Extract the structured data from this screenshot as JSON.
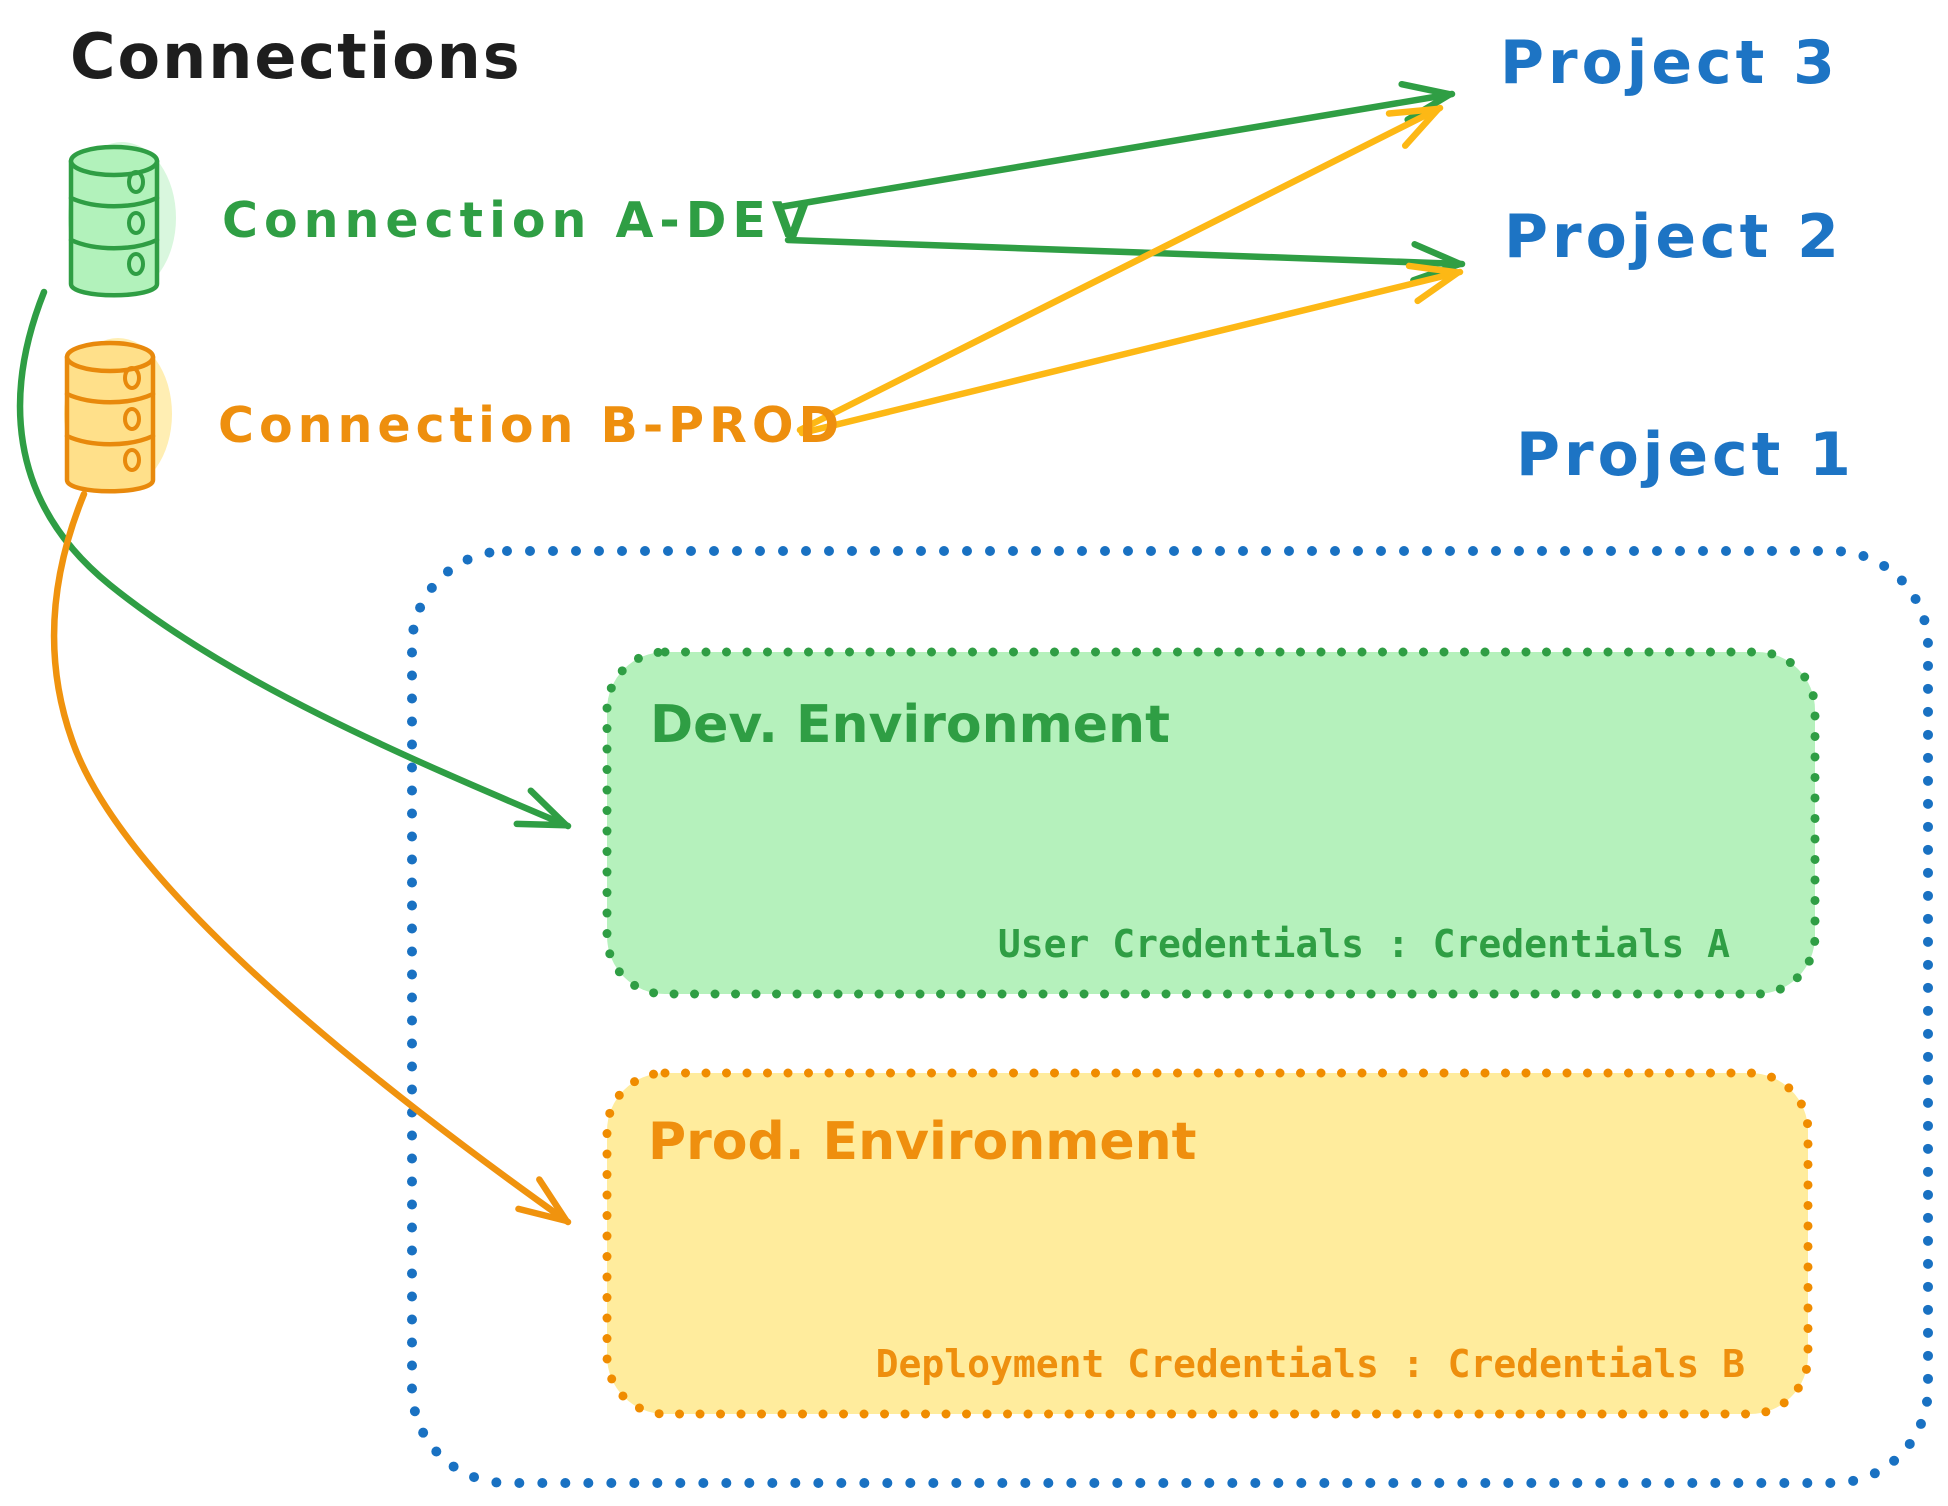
{
  "title": "Connections",
  "connections": [
    {
      "id": "a-dev",
      "label": "Connection A-DEV",
      "icon": "database-icon",
      "color": "#2f9e44",
      "fill": "#b2f2bb"
    },
    {
      "id": "b-prod",
      "label": "Connection B-PROD",
      "icon": "database-icon",
      "color": "#ee8f0e",
      "fill": "#ffe08a"
    }
  ],
  "projects": [
    {
      "label": "Project 3"
    },
    {
      "label": "Project 2"
    },
    {
      "label": "Project 1"
    }
  ],
  "project1_box": {
    "border_color": "#1971c2",
    "dev_environment": {
      "label": "Dev. Environment",
      "credentials_line": "User Credentials : Credentials A",
      "border_color": "#2f9e44",
      "fill_color": "#b5f1bc"
    },
    "prod_environment": {
      "label": "Prod. Environment",
      "credentials_line": "Deployment Credentials : Credentials B",
      "border_color": "#f08c00",
      "fill_color": "#ffec9d"
    }
  },
  "edges": [
    {
      "from": "Connection A-DEV",
      "to": "Project 3",
      "color": "#2f9e44"
    },
    {
      "from": "Connection A-DEV",
      "to": "Project 2",
      "color": "#2f9e44"
    },
    {
      "from": "Connection B-PROD",
      "to": "Project 3",
      "color": "#fdb815"
    },
    {
      "from": "Connection B-PROD",
      "to": "Project 2",
      "color": "#fdb815"
    },
    {
      "from": "Connection A-DEV",
      "to": "Dev. Environment",
      "color": "#2f9e44"
    },
    {
      "from": "Connection B-PROD",
      "to": "Prod. Environment",
      "color": "#f0930e"
    }
  ],
  "colors": {
    "text_dark": "#1e1e1e",
    "blue_text": "#1d74c4",
    "blue_border": "#1971c2",
    "green": "#2f9e44",
    "green_fill": "#b2f2bb",
    "orange_text": "#ee8f0e",
    "orange_border": "#f08c00",
    "amber_arrow": "#fdb815",
    "orange_arrow": "#f0930e",
    "yellow_fill": "#ffec9d",
    "cylinder_yellow_fill": "#ffe08a"
  }
}
